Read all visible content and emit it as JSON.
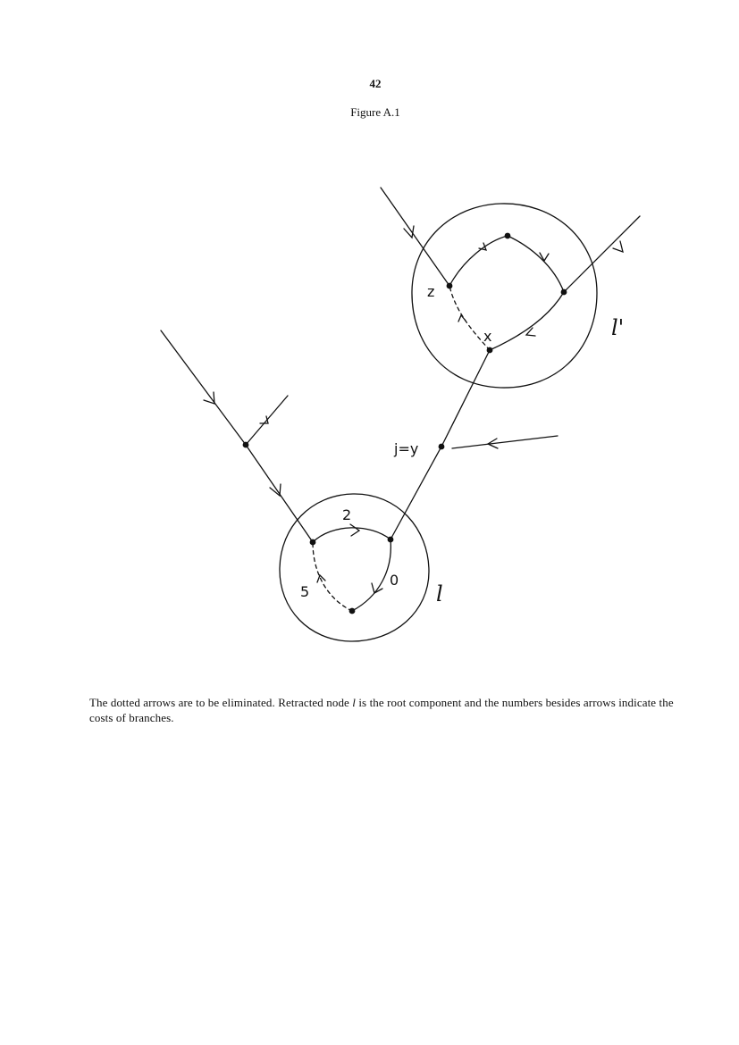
{
  "page": {
    "number": "42",
    "figure_title": "Figure A.1"
  },
  "figure": {
    "labels": {
      "z": "z",
      "x": "x",
      "jy": "j=y",
      "cost_top": "2",
      "cost_right": "0",
      "cost_left": "5",
      "l": "l",
      "l_prime": "l'"
    }
  },
  "caption": {
    "part1": "The dotted arrows are to be eliminated.  Retracted node ",
    "node": "l",
    "part2": " is the root component and the numbers besides arrows indicate the costs of branches."
  },
  "colors": {
    "ink": "#111111",
    "paper": "#ffffff"
  }
}
